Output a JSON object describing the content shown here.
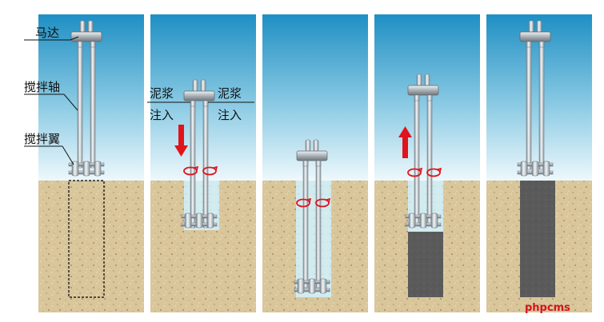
{
  "labels": {
    "motor": "马达",
    "shaft": "搅拌轴",
    "wing": "搅拌翼",
    "slurry_left": "泥浆",
    "inject_left": "注入",
    "slurry_right": "泥浆",
    "inject_right": "注入"
  },
  "watermark": "phpcms",
  "colors": {
    "sky_top": "#1f8fc4",
    "sky_bottom": "#e9f6fb",
    "soil": "#d8c499",
    "slurry": "#cfe8ec",
    "column": "#555555",
    "arrow": "#e0141c",
    "watermark": "#d4141c"
  },
  "icons": [
    "down-arrow-icon",
    "up-arrow-icon",
    "rotation-icon"
  ]
}
